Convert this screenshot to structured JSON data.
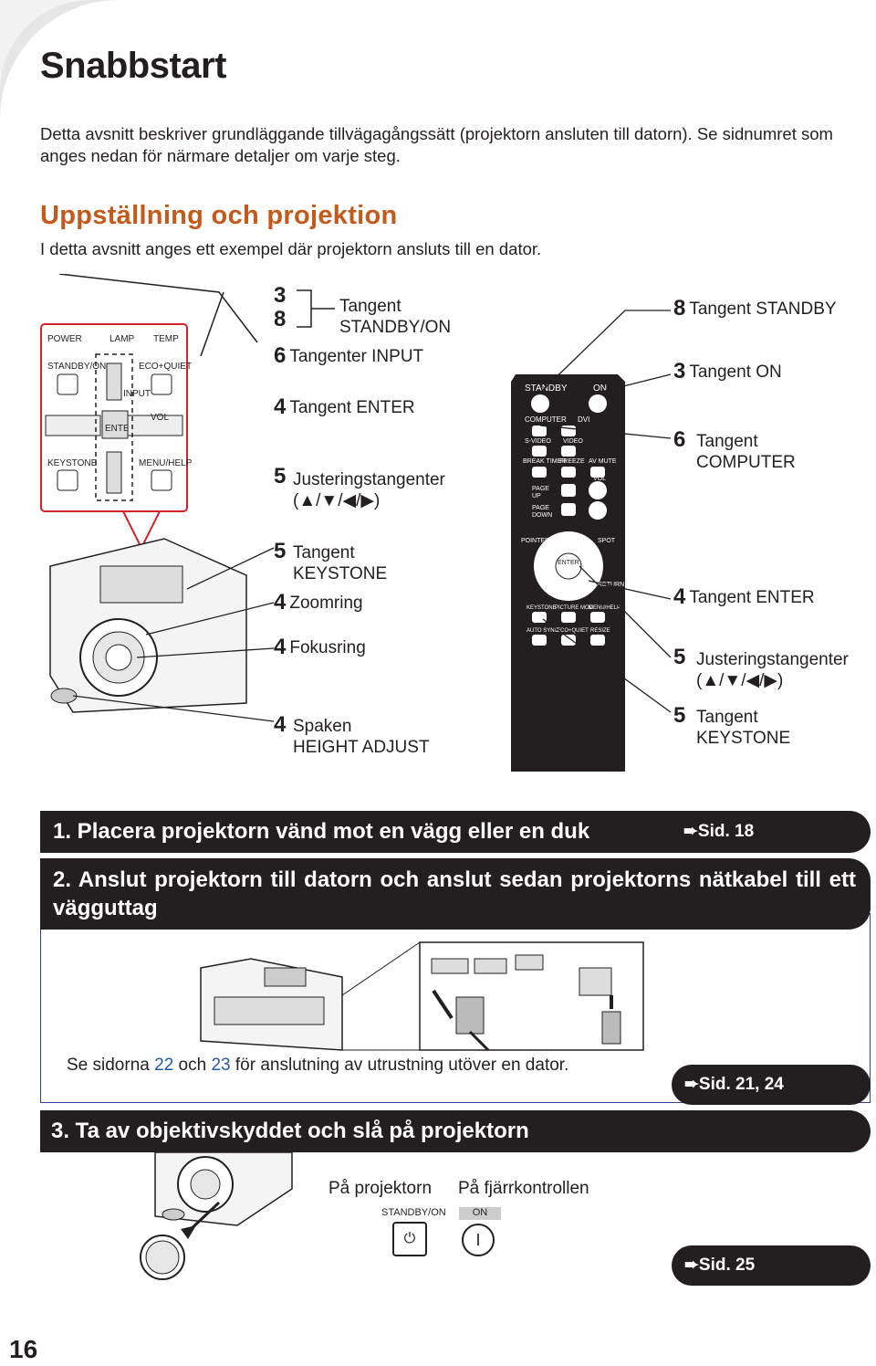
{
  "page": {
    "title": "Snabbstart",
    "intro": "Detta avsnitt beskriver grundläggande tillvägagångssätt (projektorn ansluten till datorn). Se sidnumret som anges nedan för närmare detaljer om varje steg.",
    "section_heading": "Uppställning och projektion",
    "section_desc": "I detta avsnitt anges ett exempel där projektorn ansluts till en dator.",
    "page_number": "16"
  },
  "colors": {
    "heading": "#c4591a",
    "bar": "#231f20",
    "link": "#1f5aa6",
    "panel_border": "#2d3e8c",
    "callout_red": "#d2232a"
  },
  "projector_labels": {
    "num_3": "3",
    "num_8": "8",
    "standby_on": "Tangent\nSTANDBY/ON",
    "input_num": "6",
    "input": "Tangenter INPUT",
    "enter_num": "4",
    "enter": "Tangent ENTER",
    "adjust_num": "5",
    "adjust": "Justeringstangenter\n(▲/▼/◀/▶)",
    "keystone_num": "5",
    "keystone": "Tangent\nKEYSTONE",
    "zoom_num": "4",
    "zoom": "Zoomring",
    "focus_num": "4",
    "focus": "Fokusring",
    "height_num": "4",
    "height": "Spaken\nHEIGHT ADJUST"
  },
  "remote_labels": {
    "standby_num": "8",
    "standby": "Tangent STANDBY",
    "on_num": "3",
    "on": "Tangent ON",
    "computer_num": "6",
    "computer": "Tangent\nCOMPUTER",
    "enter_num": "4",
    "enter": "Tangent ENTER",
    "adjust_num": "5",
    "adjust": "Justeringstangenter\n(▲/▼/◀/▶)",
    "keystone_num": "5",
    "keystone": "Tangent\nKEYSTONE"
  },
  "panel": {
    "power": "POWER",
    "lamp": "LAMP",
    "temp": "TEMP",
    "standby_on": "STANDBY/ON",
    "eco_quiet": "ECO+QUIET",
    "input": "INPUT",
    "vol": "VOL",
    "enter": "ENTER",
    "keystone": "KEYSTONE",
    "menu_help": "MENU/HELP"
  },
  "remote": {
    "standby": "STANDBY",
    "on": "ON",
    "computer": "COMPUTER",
    "dvi": "DVI",
    "s_video": "S-VIDEO",
    "video": "VIDEO",
    "break_timer": "BREAK TIMER",
    "freeze": "FREEZE",
    "av_mute": "AV MUTE",
    "page_up": "PAGE\nUP",
    "page_down": "PAGE\nDOWN",
    "vol": "VOL",
    "pointer": "POINTER",
    "spot": "SPOT",
    "enter": "ENTER",
    "return": "RETURN",
    "keystone": "KEYSTONE",
    "picture_mode": "PICTURE MODE",
    "menu_help": "MENU/HELP",
    "auto_sync": "AUTO SYNC",
    "eco_quiet": "ECO+QUIET",
    "resize": "RESIZE"
  },
  "steps": [
    {
      "label": "1. Placera projektorn vänd mot en vägg eller en duk",
      "ref_prefix": "Sid. ",
      "ref_page": "18"
    },
    {
      "label": "2. Anslut projektorn till datorn och anslut sedan projektorns nätkabel till ett vägguttag",
      "ref_prefix": "Sid. ",
      "ref_page": "21, 24",
      "note_before": "Se sidorna ",
      "note_p1": "22",
      "note_mid": " och ",
      "note_p2": "23",
      "note_after": " för anslutning av utrustning utöver en dator."
    },
    {
      "label": "3. Ta av objektivskyddet och slå på projektorn",
      "ref_prefix": "Sid. ",
      "ref_page": "25",
      "on_projector": "På projektorn",
      "on_remote": "På fjärrkontrollen",
      "btn_standby_on": "STANDBY/ON",
      "btn_on": "ON"
    }
  ]
}
